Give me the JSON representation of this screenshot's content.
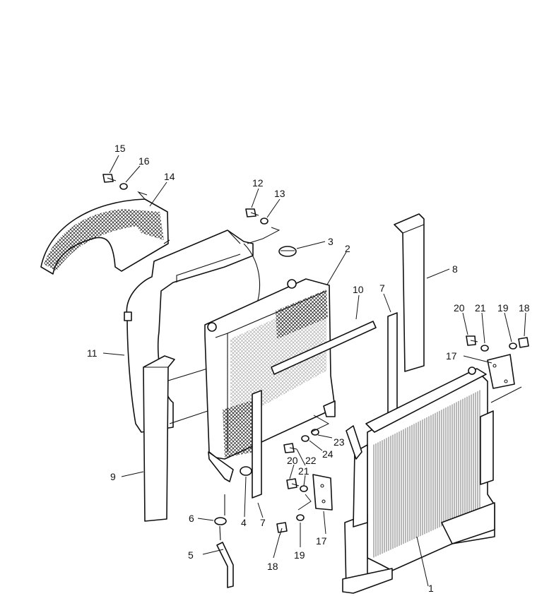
{
  "callouts": {
    "c1": "1",
    "c2": "2",
    "c3": "3",
    "c4": "4",
    "c5": "5",
    "c6": "6",
    "c7a": "7",
    "c7b": "7",
    "c8": "8",
    "c9": "9",
    "c10": "10",
    "c11": "11",
    "c12": "12",
    "c13": "13",
    "c14": "14",
    "c15": "15",
    "c16": "16",
    "c17a": "17",
    "c17b": "17",
    "c18a": "18",
    "c18b": "18",
    "c19a": "19",
    "c19b": "19",
    "c20a": "20",
    "c20b": "20",
    "c21a": "21",
    "c21b": "21",
    "c22": "22",
    "c23": "23",
    "c24": "24"
  },
  "colors": {
    "line": "#111111",
    "paper": "#ffffff"
  }
}
